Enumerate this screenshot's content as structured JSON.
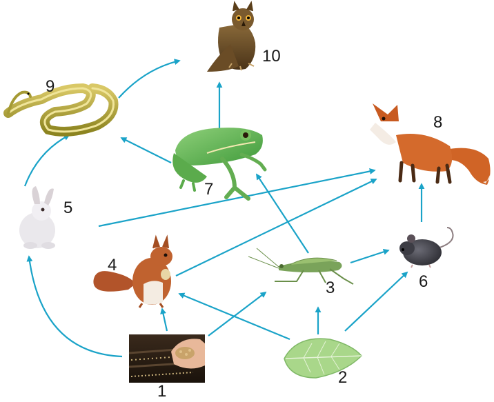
{
  "accent_color": "#1aa3c8",
  "organisms": [
    {
      "number": "1",
      "icon": "seeds-in-hand-icon"
    },
    {
      "number": "2",
      "icon": "leaf-icon"
    },
    {
      "number": "3",
      "icon": "grasshopper-icon"
    },
    {
      "number": "4",
      "icon": "squirrel-icon"
    },
    {
      "number": "5",
      "icon": "rabbit-icon"
    },
    {
      "number": "6",
      "icon": "mouse-icon"
    },
    {
      "number": "7",
      "icon": "frog-icon"
    },
    {
      "number": "8",
      "icon": "fox-icon"
    },
    {
      "number": "9",
      "icon": "snake-icon"
    },
    {
      "number": "10",
      "icon": "owl-icon"
    }
  ],
  "links": [
    {
      "from": "1",
      "to": "5"
    },
    {
      "from": "1",
      "to": "4"
    },
    {
      "from": "1",
      "to": "3"
    },
    {
      "from": "2",
      "to": "4"
    },
    {
      "from": "2",
      "to": "3"
    },
    {
      "from": "2",
      "to": "6"
    },
    {
      "from": "3",
      "to": "7"
    },
    {
      "from": "3",
      "to": "6"
    },
    {
      "from": "4",
      "to": "8"
    },
    {
      "from": "5",
      "to": "9"
    },
    {
      "from": "5",
      "to": "8"
    },
    {
      "from": "6",
      "to": "8"
    },
    {
      "from": "7",
      "to": "9"
    },
    {
      "from": "7",
      "to": "10"
    },
    {
      "from": "9",
      "to": "10"
    }
  ]
}
